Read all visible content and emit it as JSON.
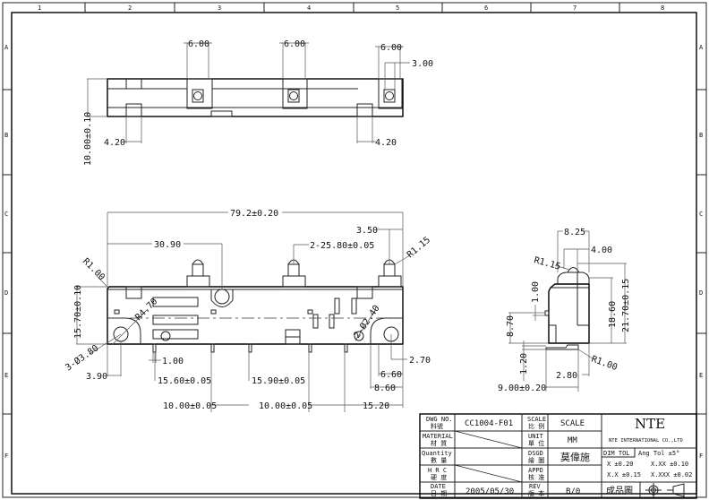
{
  "frame": {
    "columns": [
      "1",
      "2",
      "3",
      "4",
      "5",
      "6",
      "7",
      "8"
    ],
    "rows": [
      "A",
      "B",
      "C",
      "D",
      "E",
      "F"
    ]
  },
  "top_view": {
    "dims": [
      "6.00",
      "6.00",
      "6.00",
      "3.00",
      "4.20",
      "4.20",
      "10.00±0.10"
    ]
  },
  "front_view": {
    "overall_length": "79.2±0.20",
    "dims": [
      "30.90",
      "3.50",
      "2-25.80±0.05",
      "R1.15",
      "R1.00",
      "15.70±0.10",
      "R4.70",
      "2-Ø2.40",
      "3-Ø3.80",
      "3.90",
      "1.00",
      "15.60±0.05",
      "15.90±0.05",
      "2.70",
      "6.60",
      "8.60",
      "10.00±0.05",
      "10.00±0.05",
      "15.20"
    ]
  },
  "side_view": {
    "dims": [
      "8.25",
      "4.00",
      "R1.15",
      "1.00",
      "18.60",
      "21.70±0.15",
      "8.70",
      "1.20",
      "R1.00",
      "2.80",
      "9.00±0.20"
    ]
  },
  "title_block": {
    "dwg_no_label": "DWG NO.",
    "dwg_no_cn": "料號",
    "dwg_no": "CC1004-F01",
    "scale_label": "SCALE",
    "scale_cn": "比 例",
    "scale": "SCALE",
    "material_label": "MATERIAL",
    "material_cn": "材 質",
    "unit_label": "UNIT",
    "unit_cn": "單 位",
    "unit": "MM",
    "quantity_label": "Quantity",
    "quantity_cn": "數 量",
    "dsgd_label": "DSGD",
    "dsgd_cn": "繪 圖",
    "designer": "莫偉施",
    "hrc_label": "H R C",
    "hrc_cn": "硬 度",
    "appd_label": "APPD",
    "appd_cn": "核 准",
    "date_label": "DATE",
    "date_cn": "日 期",
    "date": "2005/05/30",
    "rev_label": "REV",
    "rev_cn": "版 本",
    "rev": "B/0",
    "company_short": "NTE",
    "company_full": "NTE INTERNATIONAL CO.,LTD",
    "dim_tol": "DIM TOL",
    "ang_tol": "Ang Tol ±5°",
    "tol_x": "X  ±0.20",
    "tol_xx": "X.XX  ±0.10",
    "tol_x_x": "X.X ±0.15",
    "tol_xxx": "X.XXX ±0.02",
    "finished_drawing": "成品圖"
  }
}
